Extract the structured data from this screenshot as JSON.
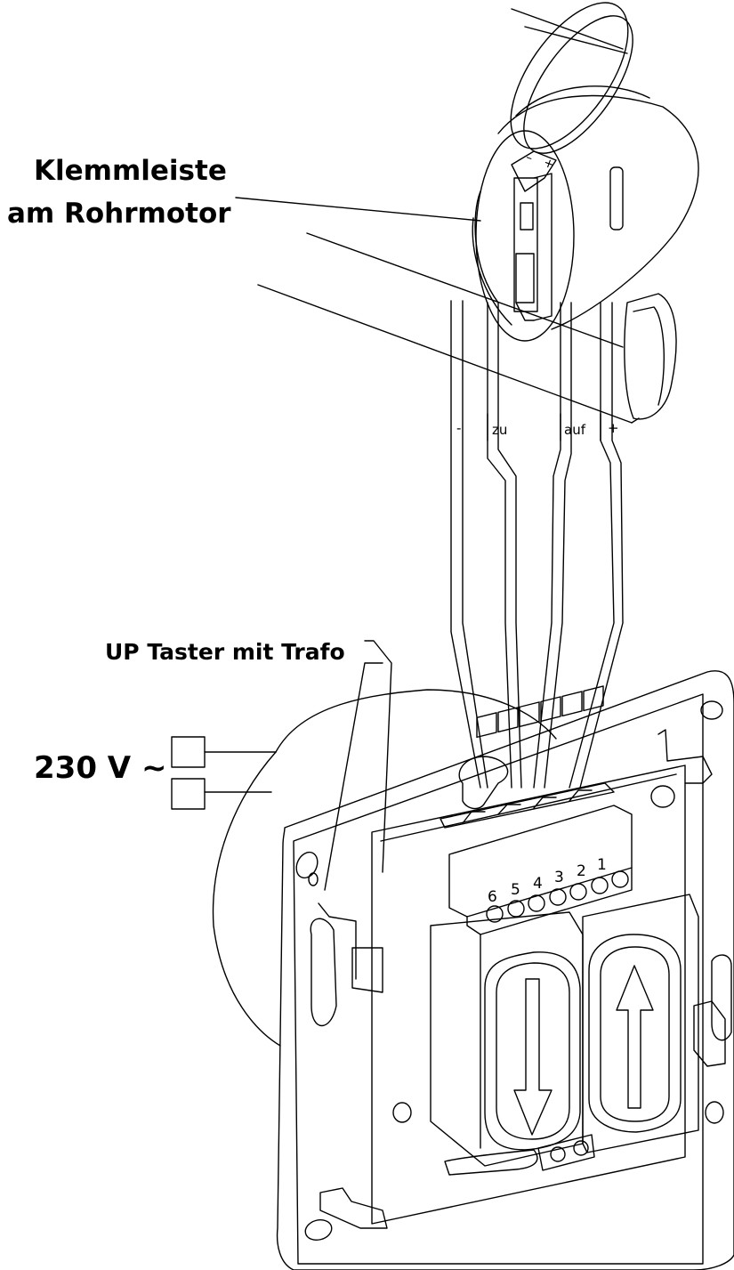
{
  "labels": {
    "motor_line1": "Klemmleiste",
    "motor_line2": "am Rohrmotor",
    "switch": "UP Taster mit Trafo",
    "voltage": "230 V ~"
  },
  "wires": {
    "minus": "-",
    "zu": "zu",
    "auf": "auf",
    "plus": "+"
  },
  "motor_terminal": {
    "minus": "–",
    "plus": "+"
  },
  "terminal_numbers": [
    "6",
    "5",
    "4",
    "3",
    "2",
    "1"
  ],
  "icons": [
    "arrow-down-icon",
    "arrow-up-icon"
  ]
}
